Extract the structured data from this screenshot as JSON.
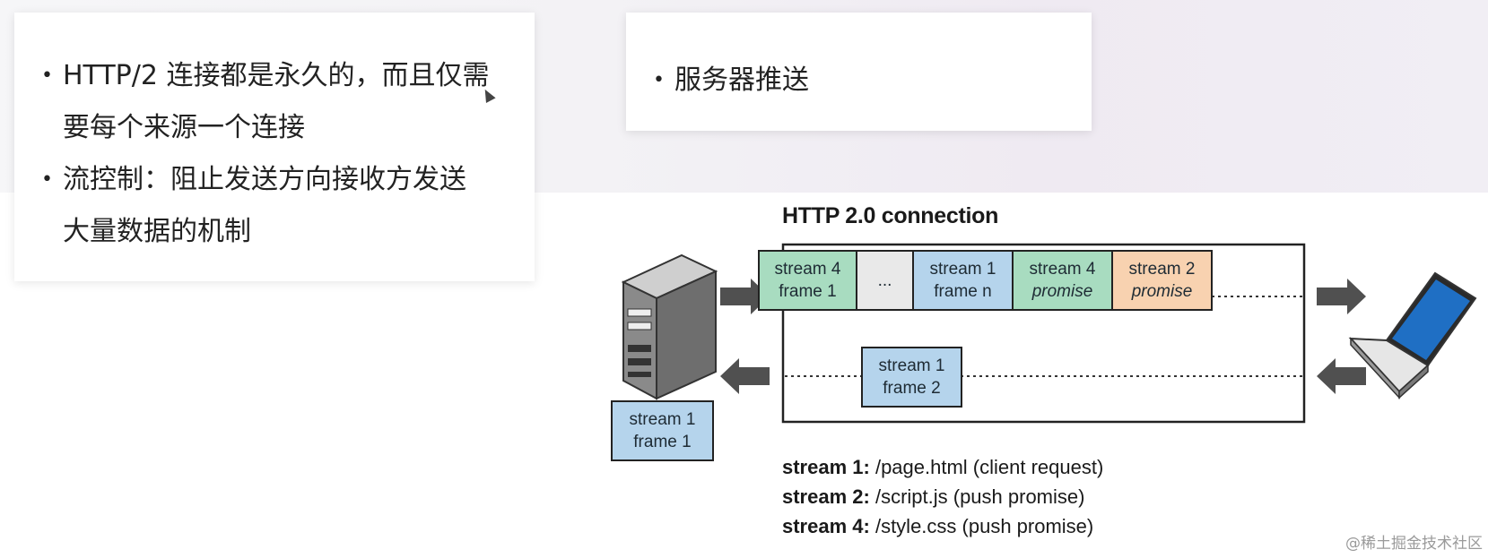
{
  "left_card": {
    "bullets": [
      {
        "line1": "HTTP/2 连接都是永久的，而且仅需",
        "line2": "要每个来源一个连接"
      },
      {
        "line1": "流控制：阻止发送方向接收方发送",
        "line2": "大量数据的机制"
      }
    ]
  },
  "right_card": {
    "bullets": [
      "服务器推送"
    ]
  },
  "diagram": {
    "title": "HTTP 2.0 connection",
    "outgoing_frames": [
      {
        "line1": "stream 4",
        "line2": "frame 1",
        "color": "#a8dcc0",
        "italic": false
      },
      {
        "line1": "...",
        "line2": "",
        "color": "#e9e9e9",
        "italic": false
      },
      {
        "line1": "stream 1",
        "line2": "frame n",
        "color": "#b5d4ec",
        "italic": false
      },
      {
        "line1": "stream 4",
        "line2": "promise",
        "color": "#a8dcc0",
        "italic": true
      },
      {
        "line1": "stream 2",
        "line2": "promise",
        "color": "#f8d2b0",
        "italic": true
      }
    ],
    "incoming_frame": {
      "line1": "stream 1",
      "line2": "frame 2",
      "color": "#b5d4ec"
    },
    "server_frame": {
      "line1": "stream 1",
      "line2": "frame 1",
      "color": "#b5d4ec"
    },
    "legend": [
      {
        "label": "stream 1:",
        "text": " /page.html  (client request)"
      },
      {
        "label": "stream 2:",
        "text": " /script.js  (push promise)"
      },
      {
        "label": "stream 4:",
        "text": " /style.css  (push promise)"
      }
    ],
    "icons": {
      "server": "server-icon",
      "laptop": "laptop-icon",
      "arrow": "arrow-icon"
    }
  },
  "watermark": "@稀土掘金技术社区"
}
